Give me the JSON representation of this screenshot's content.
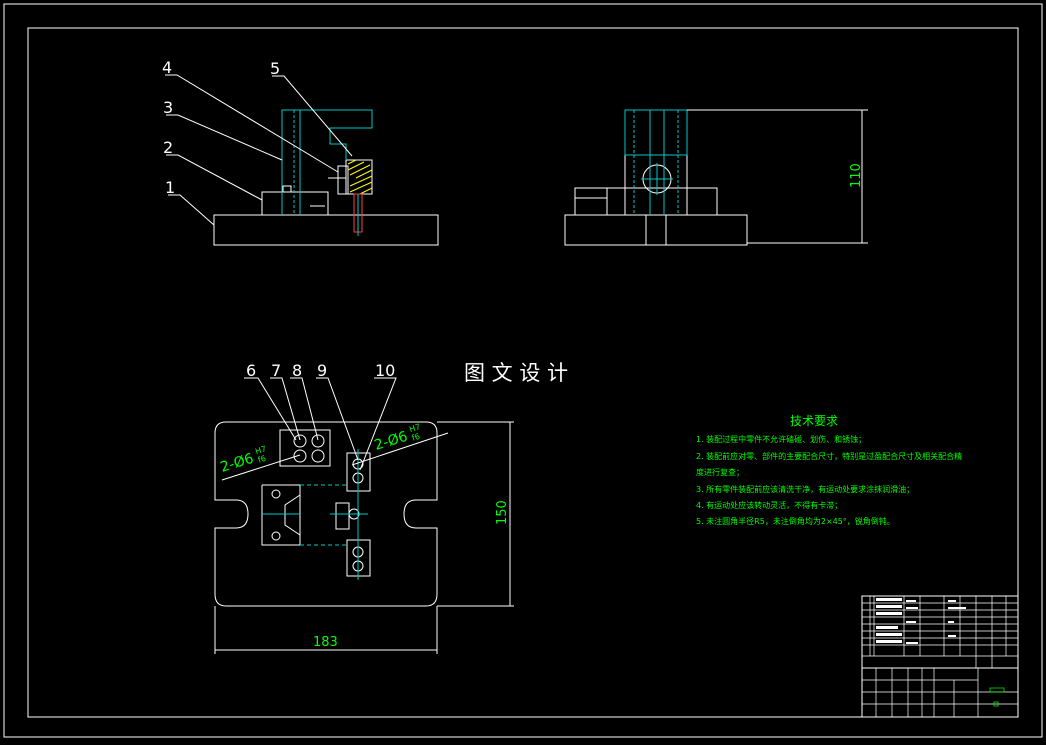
{
  "drawing": {
    "watermark": "图 文 设 计",
    "part_numbers_top": [
      "1",
      "2",
      "3",
      "4",
      "5"
    ],
    "part_numbers_bottom": [
      "6",
      "7",
      "8",
      "9",
      "10"
    ],
    "dimensions": {
      "height_side": "110",
      "height_plan": "150",
      "width_plan": "183",
      "hole_fit_left": "2-Ø6",
      "hole_fit_right": "2-Ø6",
      "fit_upper": "H7",
      "fit_lower": "f6"
    },
    "tech_requirements": {
      "title": "技术要求",
      "lines": [
        "1. 装配过程中零件不允许磕碰、划伤、和锈蚀；",
        "2. 装配前应对零、部件的主要配合尺寸，特别是过盈配合尺寸及相关配合精",
        "度进行复查；",
        "3. 所有零件装配前应该清洗干净，有运动处要求涂抹润滑油；",
        "4. 有运动处应该转动灵活，不得有卡滞；",
        "5. 未注圆角半径R5，未注倒角均为2×45°，锐角倒钝。"
      ]
    }
  },
  "colors": {
    "background": "#000000",
    "outline": "#ffffff",
    "center": "#00c8c8",
    "dimension": "#00ff00",
    "hatch": "#ffff00",
    "pin": "#ff4040"
  }
}
